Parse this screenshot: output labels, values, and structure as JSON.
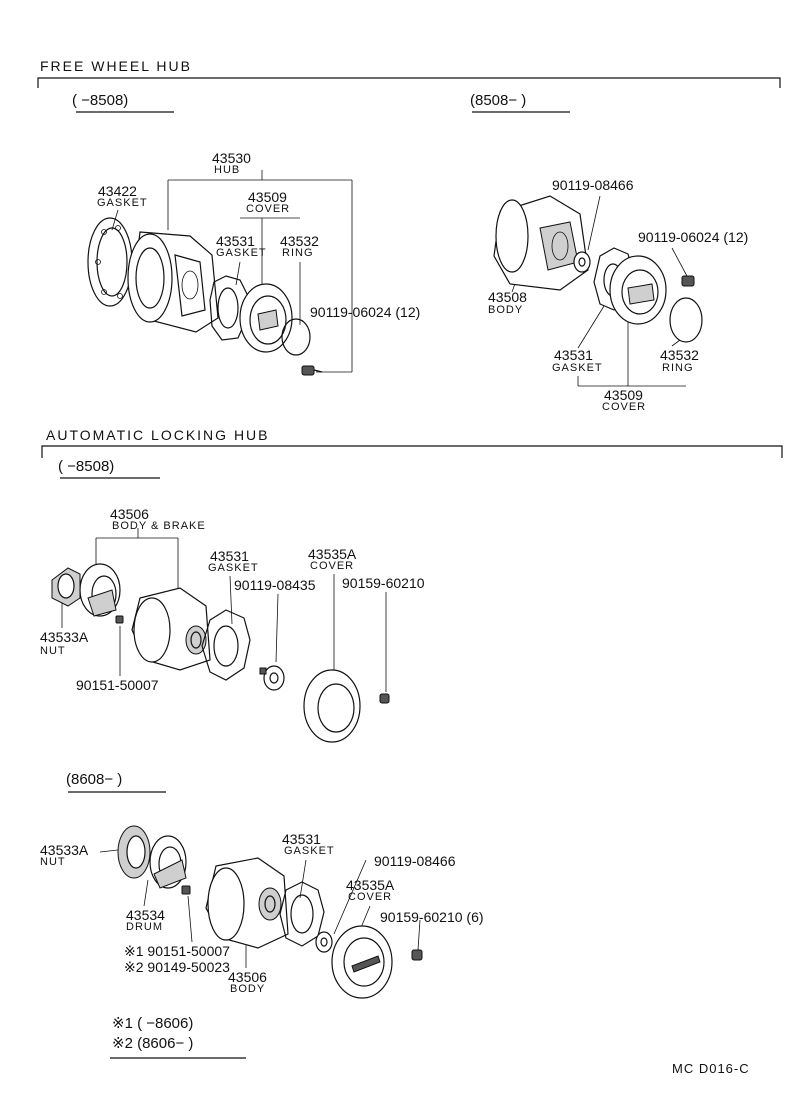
{
  "free_wheel_hub": {
    "title": "FREE WHEEL HUB",
    "range_left": "(      −8508)",
    "range_right": "(8508−      )",
    "early": {
      "hub_pn": "43530",
      "hub_label": "HUB",
      "gasket_pn": "43422",
      "gasket_label": "GASKET",
      "cover_pn": "43509",
      "cover_label": "COVER",
      "gasket2_pn": "43531",
      "gasket2_label": "GASKET",
      "ring_pn": "43532",
      "ring_label": "RING",
      "bolt_pn": "90119-06024 (12)"
    },
    "late": {
      "washer_pn": "90119-08466",
      "bolt_pn": "90119-06024 (12)",
      "body_pn": "43508",
      "body_label": "BODY",
      "gasket_pn": "43531",
      "gasket_label": "GASKET",
      "ring_pn": "43532",
      "ring_label": "RING",
      "cover_pn": "43509",
      "cover_label": "COVER"
    }
  },
  "automatic_locking_hub": {
    "title": "AUTOMATIC LOCKING HUB",
    "range_early": "(      −8508)",
    "early": {
      "body_pn": "43506",
      "body_label": "BODY & BRAKE",
      "gasket_pn": "43531",
      "gasket_label": "GASKET",
      "cover_pn": "43535A",
      "cover_label": "COVER",
      "washer_pn": "90119-08435",
      "bolt_pn": "90159-60210",
      "nut_pn": "43533A",
      "nut_label": "NUT",
      "screw_pn": "90151-50007"
    },
    "range_late": "(8608−      )",
    "late": {
      "nut_pn": "43533A",
      "nut_label": "NUT",
      "drum_pn": "43534",
      "drum_label": "DRUM",
      "screw1": "※1 90151-50007",
      "screw2": "※2 90149-50023",
      "body_pn": "43506",
      "body_label": "BODY",
      "gasket_pn": "43531",
      "gasket_label": "GASKET",
      "washer_pn": "90119-08466",
      "cover_pn": "43535A",
      "cover_label": "COVER",
      "bolt_pn": "90159-60210 (6)"
    },
    "notes": {
      "note1": "※1 (      −8606)",
      "note2": "※2 (8606−      )"
    }
  },
  "footer": {
    "code": "MC  D016-C"
  }
}
